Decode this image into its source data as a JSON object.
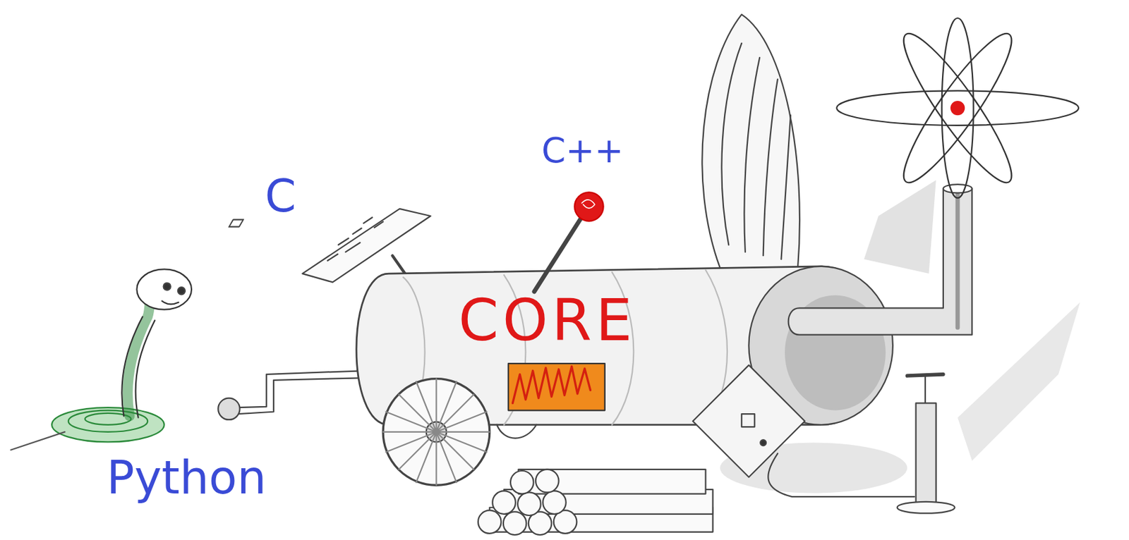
{
  "diagram": {
    "nodes": [
      {
        "text": [
          "CORE"
        ]
      }
    ],
    "labels": [
      "C",
      "C++",
      "Python"
    ]
  }
}
